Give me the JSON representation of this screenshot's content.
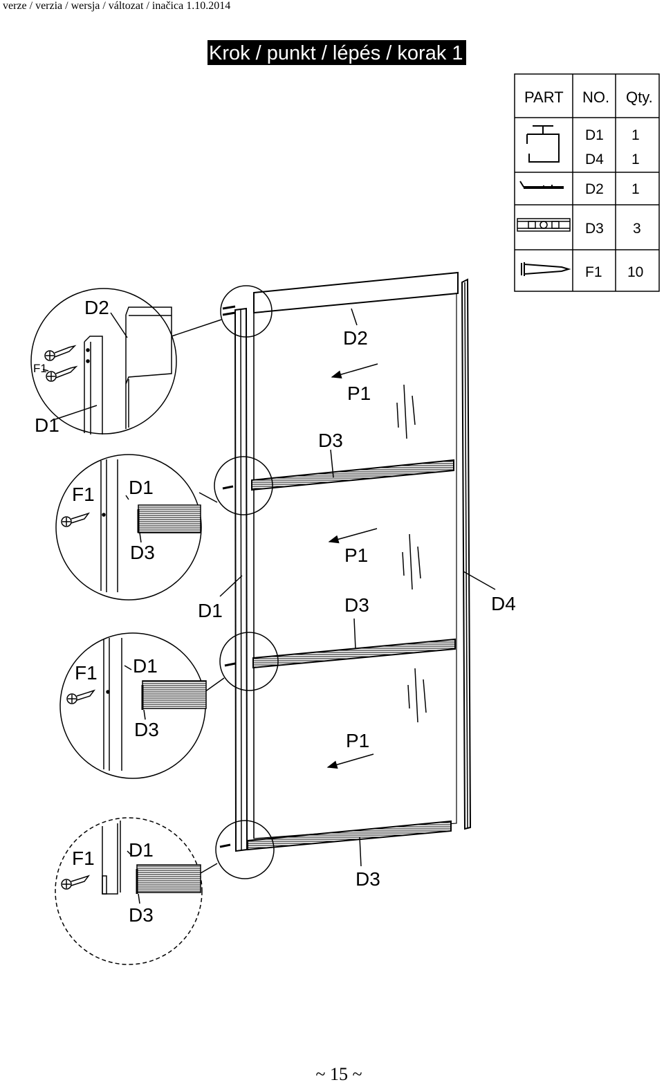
{
  "header": {
    "text": "verze / verzia / wersja / változat / inačica 1.10.2014"
  },
  "title": "Krok / punkt / lépés / korak 1",
  "footer": "~ 15 ~",
  "parts_table": {
    "headers": [
      "PART",
      "NO.",
      "Qty."
    ],
    "rows": [
      {
        "icon": "channel-profile-icon",
        "no": "D1",
        "qty": "1"
      },
      {
        "icon": "channel-profile-icon",
        "no": "D4",
        "qty": "1"
      },
      {
        "icon": "top-profile-icon",
        "no": "D2",
        "qty": "1"
      },
      {
        "icon": "connector-strip-icon",
        "no": "D3",
        "qty": "3"
      },
      {
        "icon": "screw-icon",
        "no": "F1",
        "qty": "10"
      }
    ]
  },
  "callouts": {
    "main_d2": "D2",
    "main_p1_top": "P1",
    "main_d3_top": "D3",
    "main_p1_mid": "P1",
    "main_d1": "D1",
    "main_d3_mid": "D3",
    "main_d4": "D4",
    "main_p1_bottom": "P1",
    "main_d3_bottom": "D3",
    "detail1_d2": "D2",
    "detail1_f1": "F1",
    "detail1_d1": "D1",
    "detail2_f1": "F1",
    "detail2_d1": "D1",
    "detail2_d3": "D3",
    "detail3_f1": "F1",
    "detail3_d1": "D1",
    "detail3_d3": "D3",
    "detail4_f1": "F1",
    "detail4_d1": "D1",
    "detail4_d3": "D3"
  }
}
